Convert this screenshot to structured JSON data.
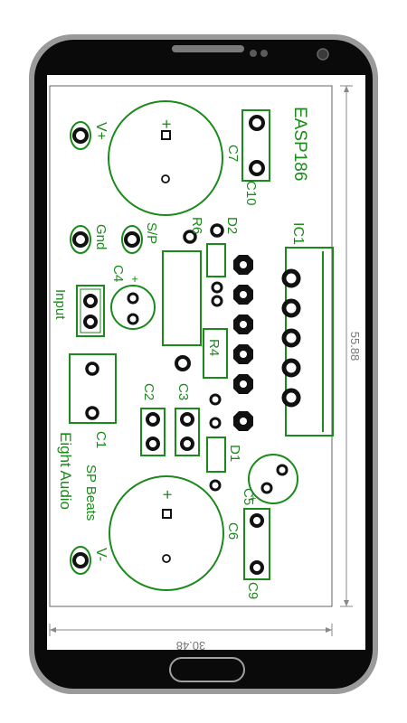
{
  "board": {
    "title": "EASP186",
    "brand_line1": "Eight Audio",
    "brand_line2": "SP Beats"
  },
  "labels": {
    "c7": "C7",
    "c10": "C10",
    "ic1": "IC1",
    "v_plus": "V+",
    "gnd": "Gnd",
    "sp": "S/P",
    "r6": "R6",
    "d2": "D2",
    "c4": "C4",
    "input": "Input",
    "r4": "R4",
    "c2": "C2",
    "c3": "C3",
    "d1": "D1",
    "c1": "C1",
    "c5": "C5",
    "c6": "C6",
    "c9": "C9",
    "v_minus": "V-",
    "plus": "+"
  },
  "dimensions": {
    "width_mm": "30.48",
    "height_mm": "55.88"
  },
  "colors": {
    "silkscreen": "#1a8a1a",
    "copper": "#111111",
    "phone_body": "#0a0a0a",
    "phone_frame": "#9a9a9a"
  }
}
